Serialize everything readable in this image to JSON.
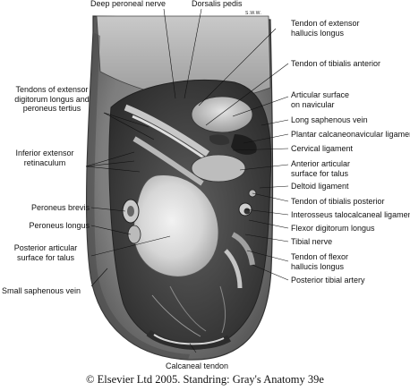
{
  "labels": {
    "deep_peroneal_nerve": "Deep peroneal nerve",
    "dorsalis_pedis": "Dorsalis pedis",
    "tendon_ext_hallucis": "Tendon of extensor\nhallucis longus",
    "tendon_tib_anterior": "Tendon of tibialis anterior",
    "articular_navicular": "Articular surface\non navicular",
    "long_saphenous": "Long saphenous vein",
    "plantar_ligament": "Plantar calcaneonavicular ligament",
    "cervical_ligament": "Cervical ligament",
    "anterior_articular_talus": "Anterior articular\nsurface for talus",
    "deltoid_ligament": "Deltoid ligament",
    "tendon_tib_posterior": "Tendon of tibialis posterior",
    "interosseus_ligament": "Interosseus talocalcaneal ligament",
    "flexor_dig_longus": "Flexor digitorum longus",
    "tibial_nerve": "Tibial nerve",
    "tendon_flexor_hallucis": "Tendon of flexor\nhallucis longus",
    "posterior_tibial_artery": "Posterior tibial artery",
    "tendons_ext_digitorum": "Tendons of extensor\ndigitorum longus and\nperoneus tertius",
    "inferior_ext_retinaculum": "Inferior extensor\nretinaculum",
    "peroneus_brevis": "Peroneus brevis",
    "peroneus_longus": "Peroneus longus",
    "posterior_articular_talus": "Posterior articular\nsurface for talus",
    "small_saphenous": "Small saphenous vein",
    "calcaneal_tendon": "Calcaneal tendon"
  },
  "signature": "S.W.W.",
  "credit": "© Elsevier Ltd 2005. Standring: Gray's Anatomy 39e"
}
